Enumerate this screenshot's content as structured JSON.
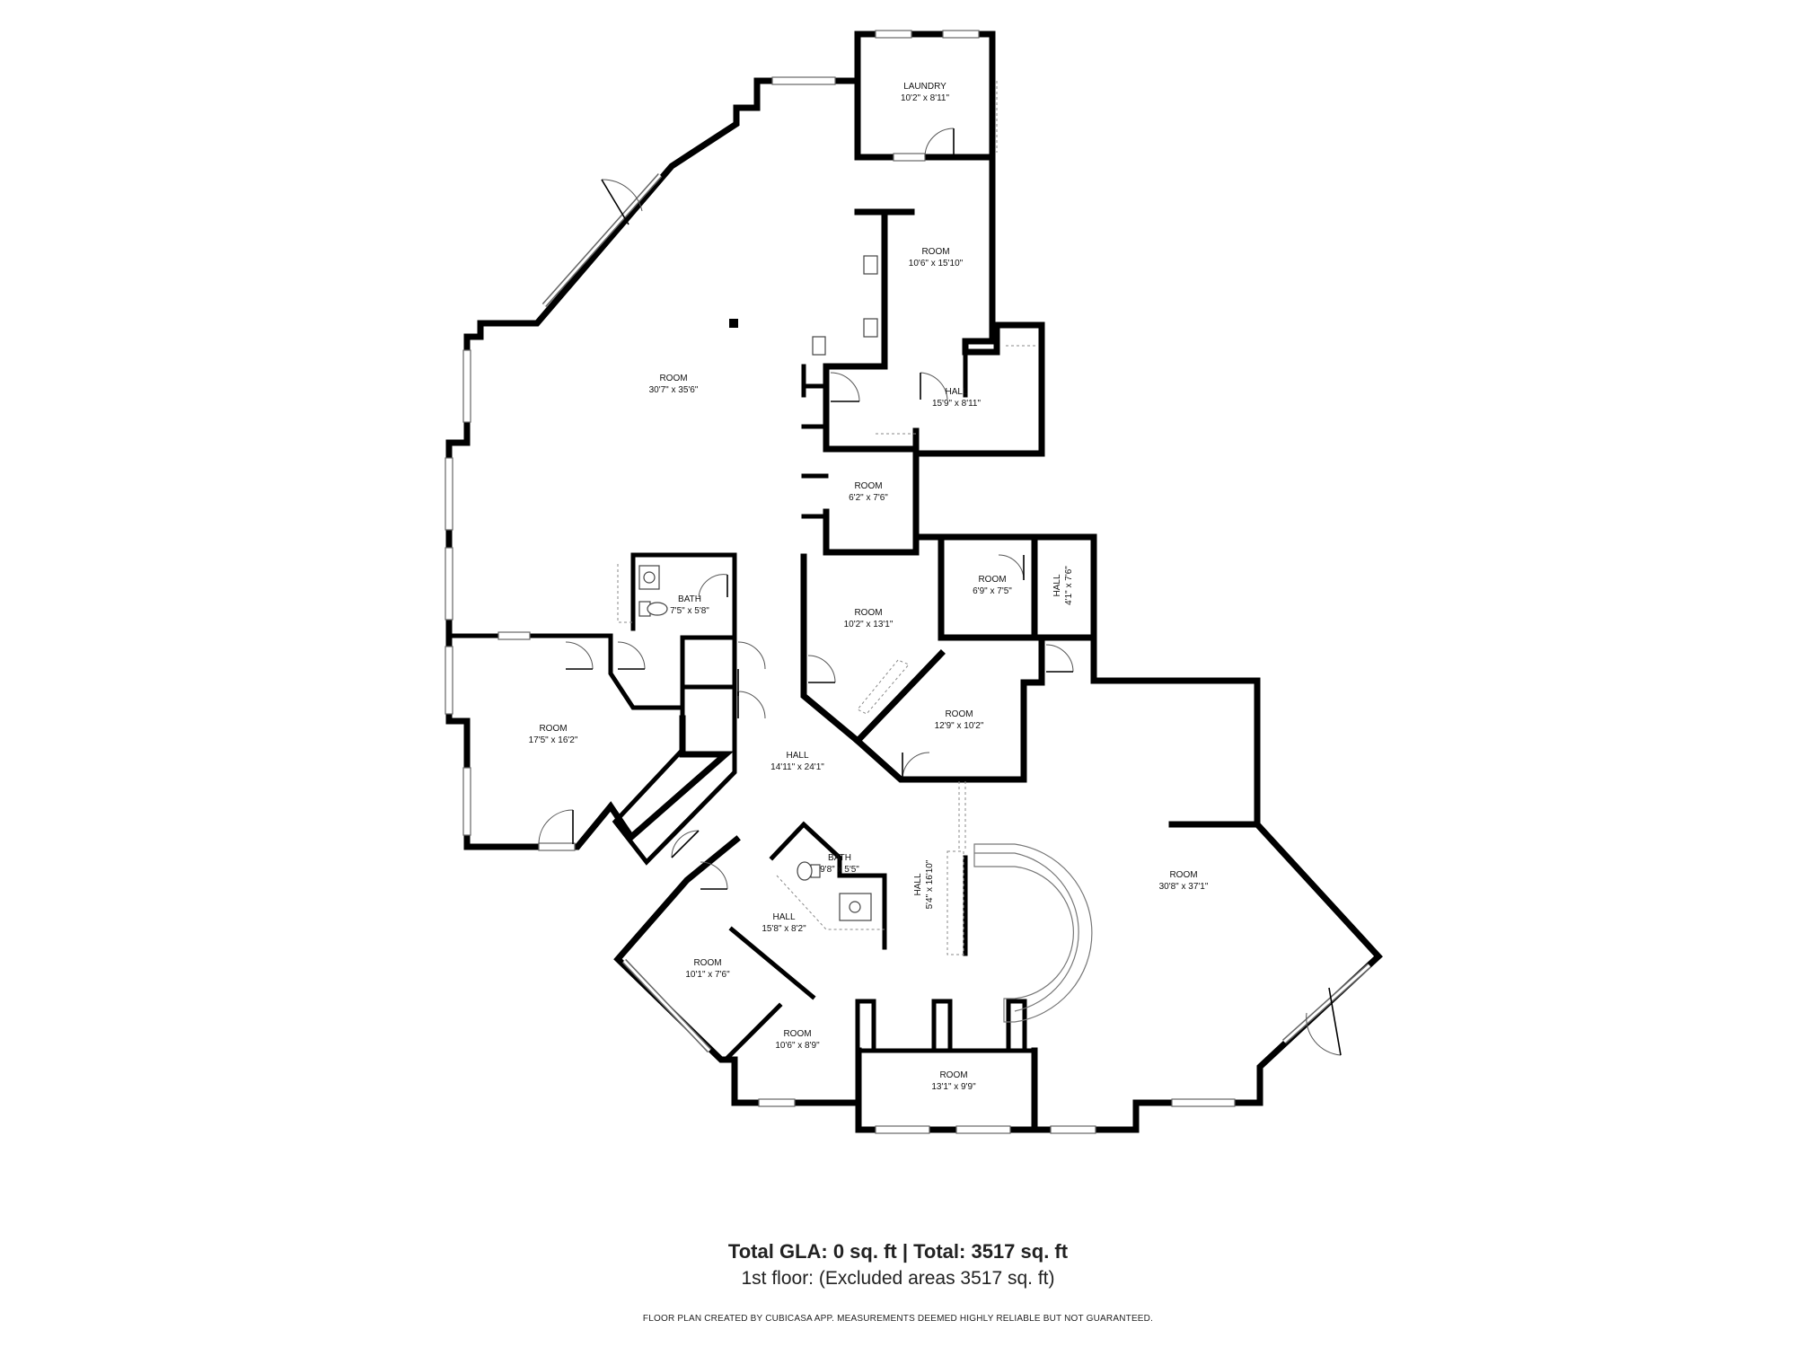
{
  "rooms": [
    {
      "id": "laundry",
      "name": "LAUNDRY",
      "dims": "10'2\" x 8'11\""
    },
    {
      "id": "room-upper-mid",
      "name": "ROOM",
      "dims": "10'6\" x 15'10\""
    },
    {
      "id": "room-great",
      "name": "ROOM",
      "dims": "30'7\" x 35'6\""
    },
    {
      "id": "hall-upper",
      "name": "HALL",
      "dims": "15'9\" x 8'11\""
    },
    {
      "id": "room-small-a",
      "name": "ROOM",
      "dims": "6'2\" x 7'6\""
    },
    {
      "id": "bath-a",
      "name": "BATH",
      "dims": "7'5\" x 5'8\""
    },
    {
      "id": "room-mid-left",
      "name": "ROOM",
      "dims": "10'2\" x 13'1\""
    },
    {
      "id": "room-small-b",
      "name": "ROOM",
      "dims": "6'9\" x 7'5\""
    },
    {
      "id": "hall-vertical-upper",
      "name": "HALL",
      "dims": "4'1\" x 7'6\""
    },
    {
      "id": "room-west",
      "name": "ROOM",
      "dims": "17'5\" x 16'2\""
    },
    {
      "id": "room-diag",
      "name": "ROOM",
      "dims": "12'9\" x 10'2\""
    },
    {
      "id": "hall-main",
      "name": "HALL",
      "dims": "14'11\" x 24'1\""
    },
    {
      "id": "bath-b",
      "name": "BATH",
      "dims": "9'8\" x 5'5\""
    },
    {
      "id": "hall-vertical-lower",
      "name": "HALL",
      "dims": "5'4\" x 16'10\""
    },
    {
      "id": "room-east",
      "name": "ROOM",
      "dims": "30'8\" x 37'1\""
    },
    {
      "id": "hall-lower",
      "name": "HALL",
      "dims": "15'8\" x 8'2\""
    },
    {
      "id": "room-sw-a",
      "name": "ROOM",
      "dims": "10'1\" x 7'6\""
    },
    {
      "id": "room-sw-b",
      "name": "ROOM",
      "dims": "10'6\" x 8'9\""
    },
    {
      "id": "room-south",
      "name": "ROOM",
      "dims": "13'1\" x 9'9\""
    }
  ],
  "footer": {
    "total": "Total GLA: 0 sq. ft | Total: 3517 sq. ft",
    "floor": "1st floor: (Excluded areas 3517 sq. ft)",
    "disclaimer": "FLOOR PLAN CREATED BY CUBICASA APP. MEASUREMENTS DEEMED HIGHLY RELIABLE BUT NOT GUARANTEED."
  }
}
